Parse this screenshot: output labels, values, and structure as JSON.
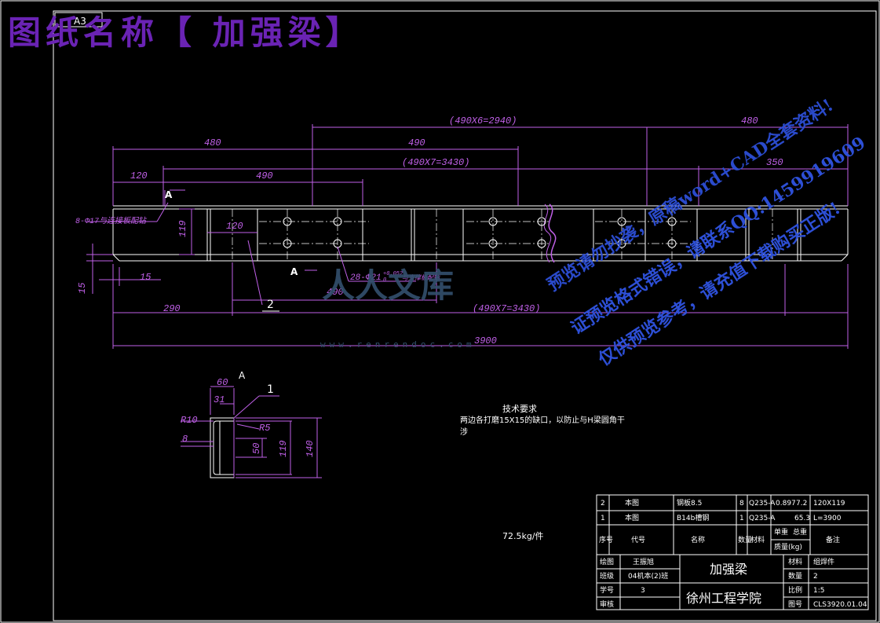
{
  "banner": {
    "title": "图纸名称【 加强梁】",
    "sheet_size": "A3"
  },
  "dimensions": {
    "d_2940": "(490X6=2940)",
    "d_480_right": "480",
    "d_480_left": "480",
    "d_490_a": "490",
    "d_3430_top": "(490X7=3430)",
    "d_120_a": "120",
    "d_490_b": "490",
    "d_350": "350",
    "d_120_b": "120",
    "d_119": "119",
    "d_15_v": "15",
    "d_15_h": "15",
    "d_290": "290",
    "d_490_c": "490",
    "d_3430_bot": "(490X7=3430)",
    "d_3900": "3900",
    "hole_note_left": "8-Φ17与连接板配钻",
    "hole_note_mid": "28-Φ21",
    "hole_tol": "+0.052",
    "hole_tol2": "0",
    "hole_note_mid2": "与支撑板配钻",
    "section_mark": "A",
    "part_2": "2"
  },
  "section": {
    "label": "A",
    "part_1": "1",
    "d_60": "60",
    "d_31": "31",
    "r10": "R10",
    "r5": "R5",
    "d_8": "8",
    "d_50": "50",
    "d_119": "119",
    "d_140": "140"
  },
  "tech": {
    "heading": "技术要求",
    "line1": "两边各打磨15X15的缺口，以防止与H梁圆角干",
    "line2": "涉"
  },
  "weight_note": "72.5kg/件",
  "bom": {
    "rows": [
      {
        "no": "2",
        "code": "本图",
        "name": "钢板8.5",
        "qty": "8",
        "material": "Q235-A",
        "unit": "0.897",
        "total": "7.2",
        "note": "120X119"
      },
      {
        "no": "1",
        "code": "本图",
        "name": "B14b槽钢",
        "qty": "1",
        "material": "Q235-A",
        "unit": "",
        "total": "65.3",
        "note": "L=3900"
      }
    ],
    "header": {
      "no": "序号",
      "code": "代号",
      "name": "名称",
      "qty": "数量",
      "material": "材料",
      "unit_w": "单重",
      "total_w": "总重",
      "mass": "质量(kg)",
      "note": "备注"
    }
  },
  "titleblock": {
    "drawn_label": "绘图",
    "drawn_value": "王振旭",
    "class_label": "班级",
    "class_value": "04机本(2)班",
    "id_label": "学号",
    "id_value": "3",
    "check_label": "审核",
    "check_value": "",
    "part_name": "加强梁",
    "school": "徐州工程学院",
    "mat_label": "材料",
    "mat_value": "组焊件",
    "qty_label": "数量",
    "qty_value": "2",
    "scale_label": "比例",
    "scale_value": "1:5",
    "dwg_label": "图号",
    "dwg_value": "CLS3920.01.04"
  },
  "watermark": {
    "line1": "预览请勿抄袭，原稿word+CAD全套资料!",
    "line2": "证预览格式错误，请联系QQ:1459919609",
    "line3": "仅供预览参考，请充值下载购买正版!",
    "logo": "人人文库",
    "url": "www.renrendoc.com"
  },
  "colors": {
    "background": "#000000",
    "banner": "#6a23b4",
    "dimension": "#c060e8",
    "outline": "#ffffff",
    "watermark": "#2d4fd6"
  }
}
